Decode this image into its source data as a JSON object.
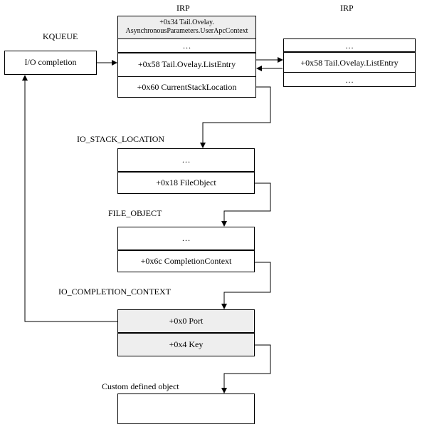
{
  "labels": {
    "irp_left": "IRP",
    "irp_right": "IRP",
    "kqueue": "KQUEUE",
    "io_stack_location": "IO_STACK_LOCATION",
    "file_object": "FILE_OBJECT",
    "io_completion_context": "IO_COMPLETION_CONTEXT",
    "custom_defined_object": "Custom defined object"
  },
  "kqueue_box": {
    "text": "I/O completion"
  },
  "irp_main": {
    "apc_line1": "+0x34 Tail.Ovelay.",
    "apc_line2": "AsynchronousParameters.UserApcContext",
    "ellipsis": "…",
    "list_entry": "+0x58 Tail.Ovelay.ListEntry",
    "current_stack": "+0x60 CurrentStackLocation"
  },
  "irp_next": {
    "ellipsis_top": "…",
    "list_entry": "+0x58 Tail.Ovelay.ListEntry",
    "ellipsis_bottom": "…"
  },
  "io_stack_box": {
    "ellipsis": "…",
    "file_object": "+0x18 FileObject"
  },
  "file_object_box": {
    "ellipsis": "…",
    "completion_context": "+0x6c CompletionContext"
  },
  "completion_box": {
    "port": "+0x0 Port",
    "key": "+0x4 Key"
  },
  "colors": {
    "line": "#000000",
    "shaded_cell": "#eeeeee"
  }
}
